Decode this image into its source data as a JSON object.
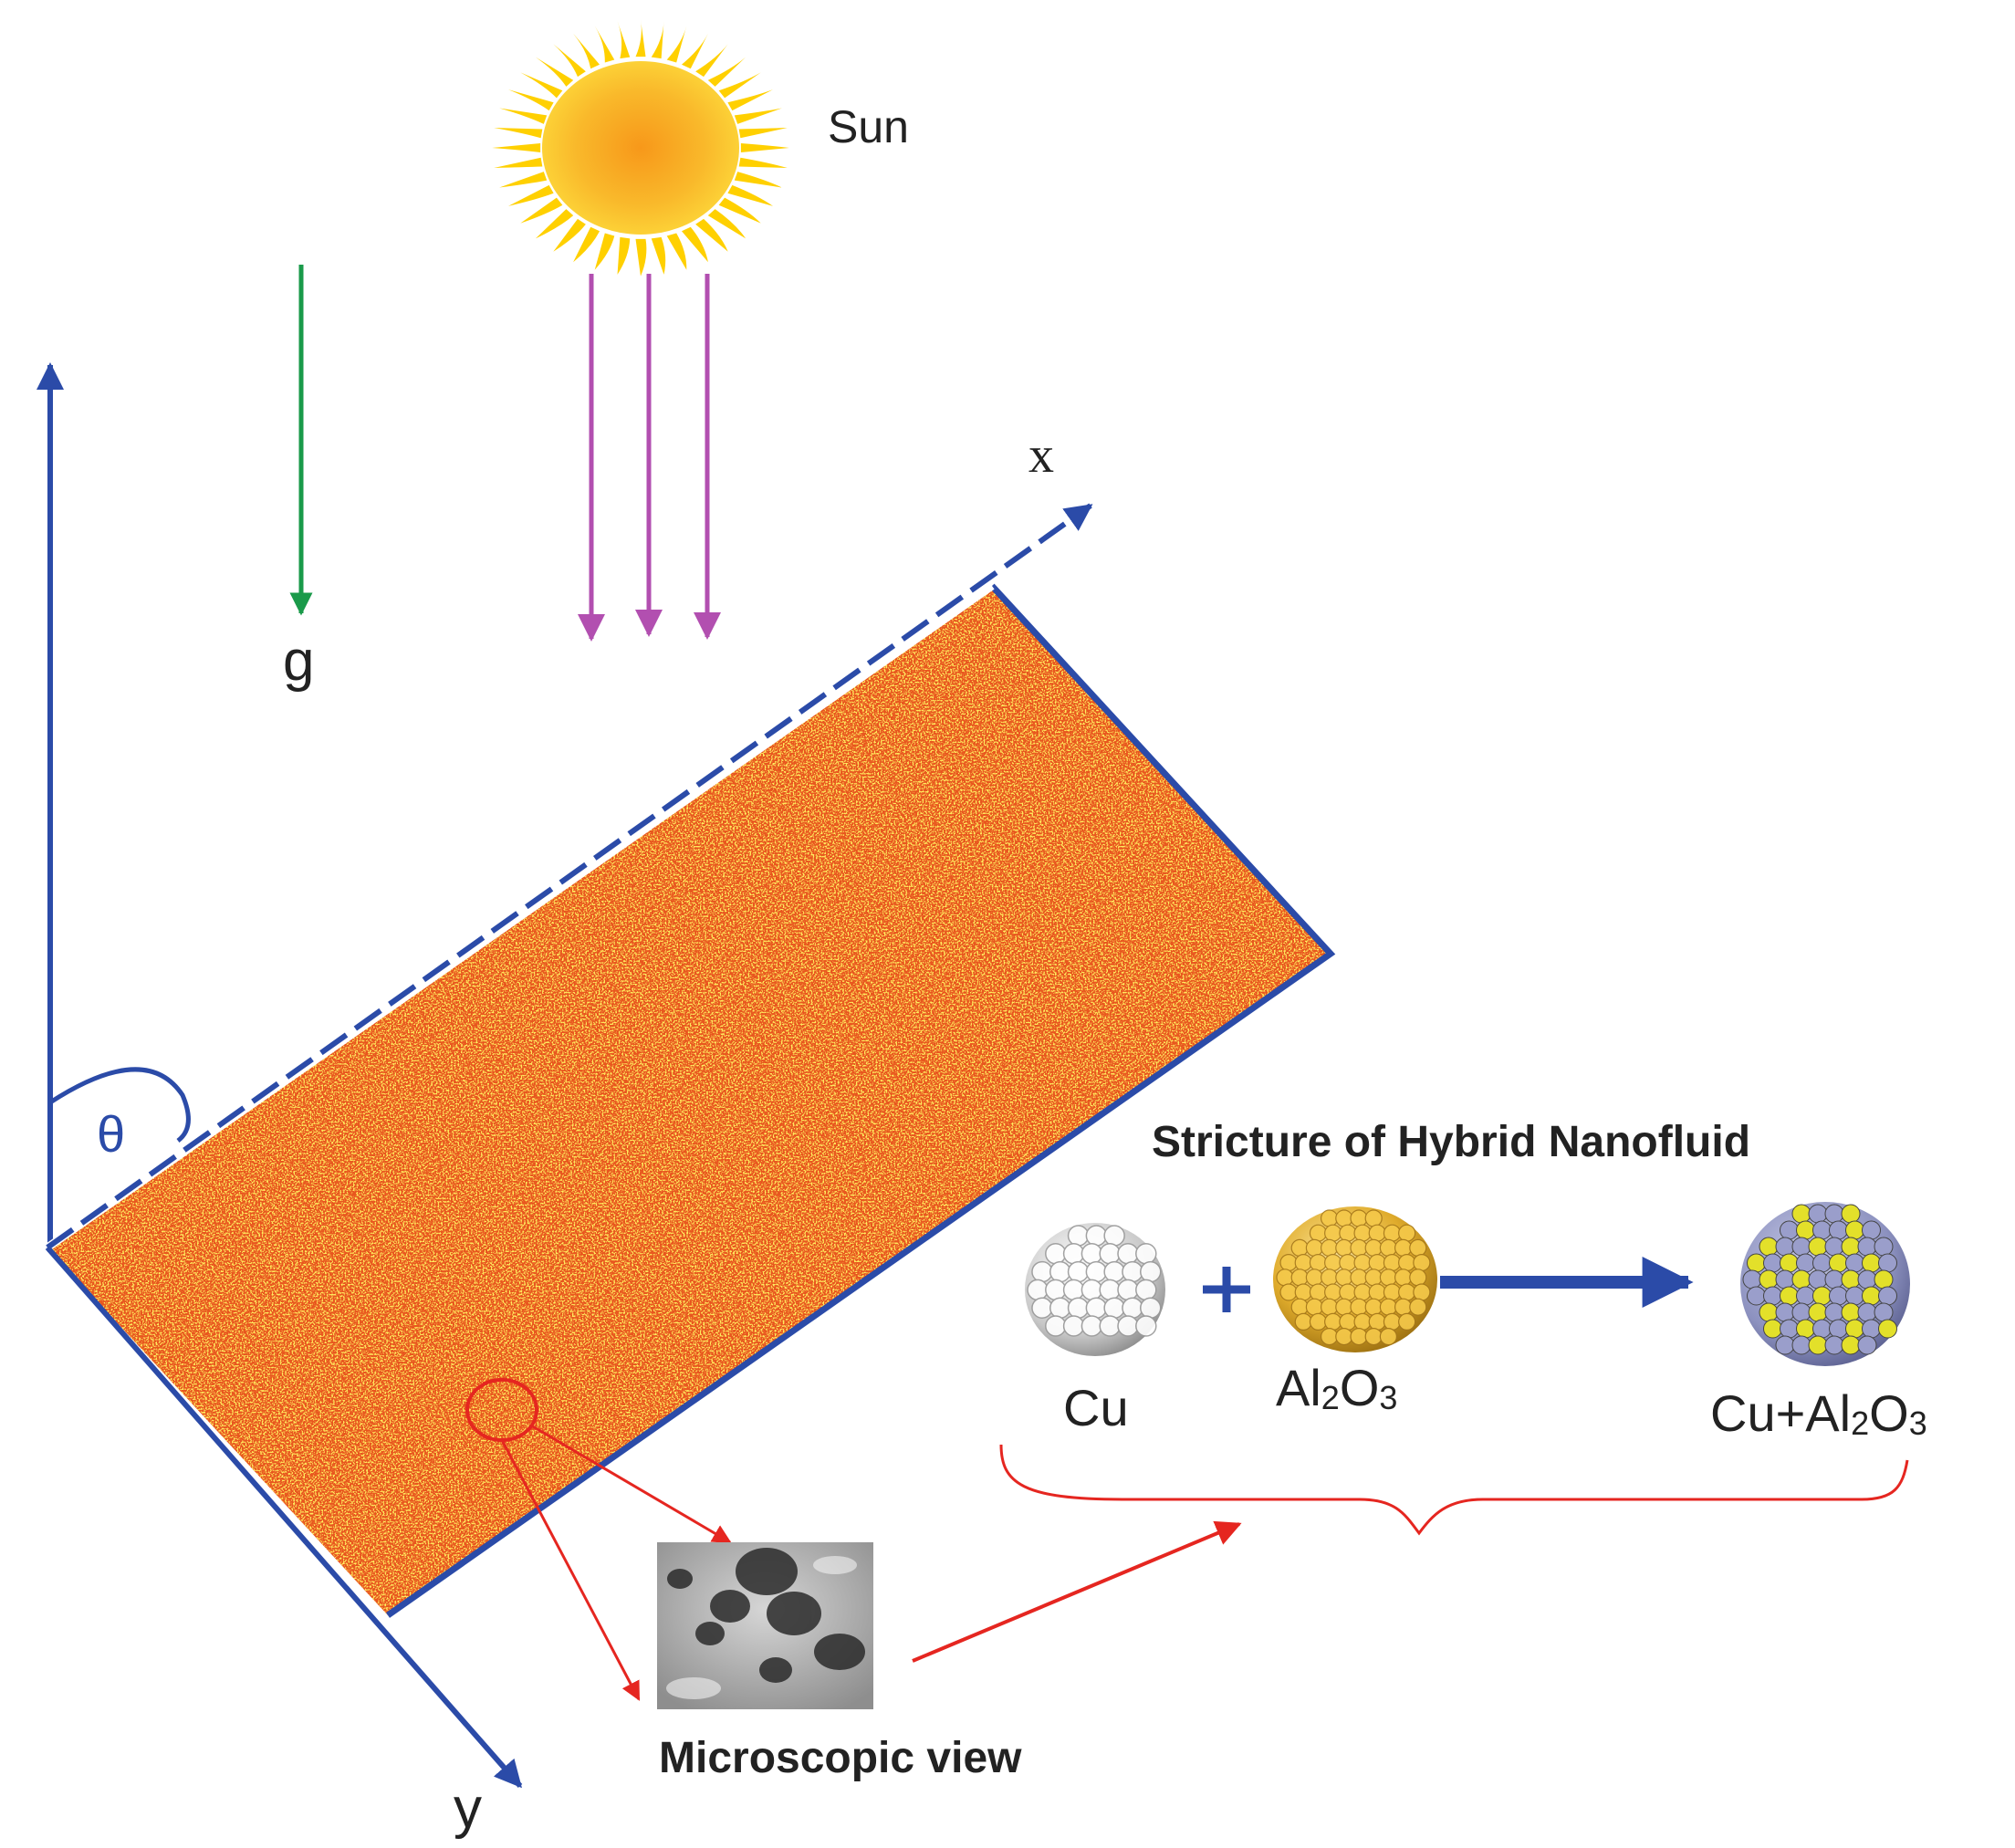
{
  "labels": {
    "sun": "Sun",
    "gravity": "g",
    "x_axis": "x",
    "y_axis": "y",
    "angle": "θ",
    "structure_title": "Stricture of Hybrid Nanofluid",
    "microscopic_view": "Microscopic view",
    "particle_cu": "Cu",
    "particle_al2o3": {
      "base": "Al",
      "sub1": "2",
      "mid": "O",
      "sub2": "3"
    },
    "particle_hybrid": {
      "base": "Cu+Al",
      "sub1": "2",
      "mid": "O",
      "sub2": "3"
    }
  },
  "colors": {
    "axis": "#2b4ba8",
    "gravity": "#1a9a4a",
    "radiation": "#b24fb0",
    "pointer": "#e52620",
    "plate_base": "#e8561e",
    "plate_speckle": "#ffd21c",
    "sun_core": "#f7a21a",
    "sun_rays": "#ffd000"
  }
}
